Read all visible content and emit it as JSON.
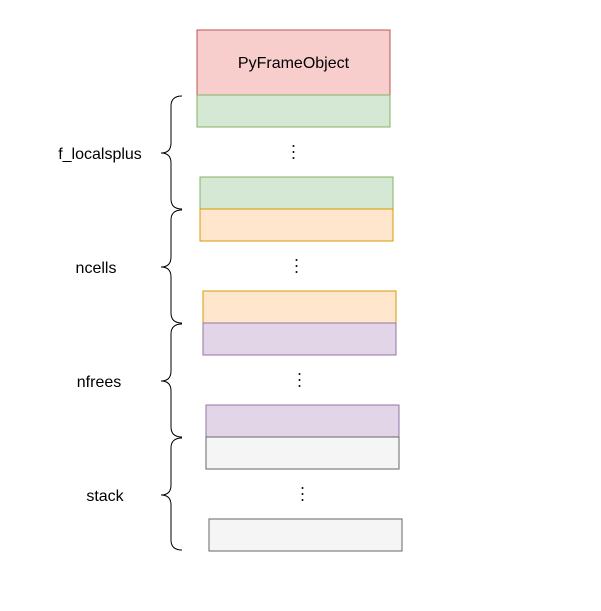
{
  "diagram": {
    "header": {
      "label": "PyFrameObject",
      "fill": "#f8cecc",
      "stroke": "#b85450"
    },
    "groups": [
      {
        "id": "f-localsplus",
        "label": "f_localsplus",
        "fill": "#d5e8d4",
        "stroke": "#82b366"
      },
      {
        "id": "ncells",
        "label": "ncells",
        "fill": "#ffe6cc",
        "stroke": "#d79b00"
      },
      {
        "id": "nfrees",
        "label": "nfrees",
        "fill": "#e1d5e7",
        "stroke": "#9673a6"
      },
      {
        "id": "stack",
        "label": "stack",
        "fill": "#f5f5f5",
        "stroke": "#666666"
      }
    ],
    "ellipsis": "⋮"
  }
}
